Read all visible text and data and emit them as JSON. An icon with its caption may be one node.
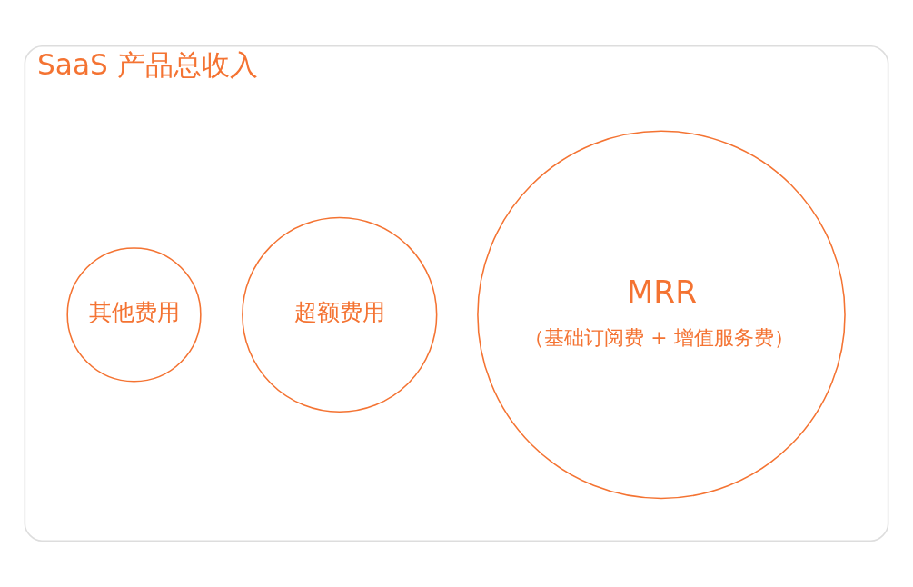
{
  "diagram": {
    "nodes": [
      {
        "text": [
          "SaaS 产品总收入"
        ]
      },
      {
        "text": [
          "MRR",
          "（基础订阅费 + 增值服务费）"
        ],
        "in": 0
      },
      {
        "text": [
          "超额费用"
        ],
        "in": 0
      },
      {
        "text": [
          "其他费用"
        ],
        "in": 0
      }
    ]
  }
}
